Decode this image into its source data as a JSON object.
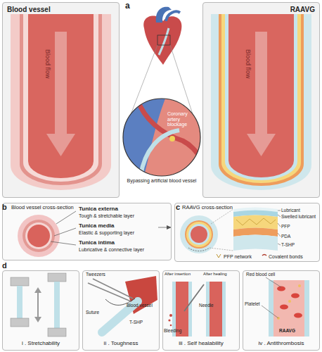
{
  "diagram": {
    "nodes": [
      {
        "text": [
          "Blood vessel"
        ]
      },
      {
        "text": [
          "RAAVG"
        ]
      },
      {
        "text": [
          "Blood vessel cross-section"
        ]
      },
      {
        "text": [
          "RAAVG cross-section"
        ]
      },
      {
        "text": [
          "i . Stretchability"
        ]
      },
      {
        "text": [
          "ii . Toughness"
        ]
      },
      {
        "text": [
          "iii . Self healability"
        ]
      },
      {
        "text": [
          "iv . Antithrombosis"
        ]
      }
    ],
    "labels": [
      "a",
      "Blood flow",
      "Blood flow",
      "Coronary artery blockage",
      "Bypassing artificial blood vessel",
      "b",
      "c",
      "Tunica externa",
      "Tough & stretchable layer",
      "Tunica media",
      "Elastic & supporting layer",
      "Tunica intima",
      "Lubricative & connective layer",
      "Lubricant",
      "Swelled lubricant",
      "PFP",
      "PDA",
      "T-SHP",
      "d",
      "Tweezers",
      "Suture",
      "Blood vessel",
      "T-SHP",
      "Needle",
      "Bleeding",
      "After insertion",
      "After healing",
      "Red blood cell",
      "Platelet",
      "RAAVG"
    ],
    "legend": [
      {
        "text": "PFP network"
      },
      {
        "text": "Covalent bonds"
      }
    ]
  }
}
